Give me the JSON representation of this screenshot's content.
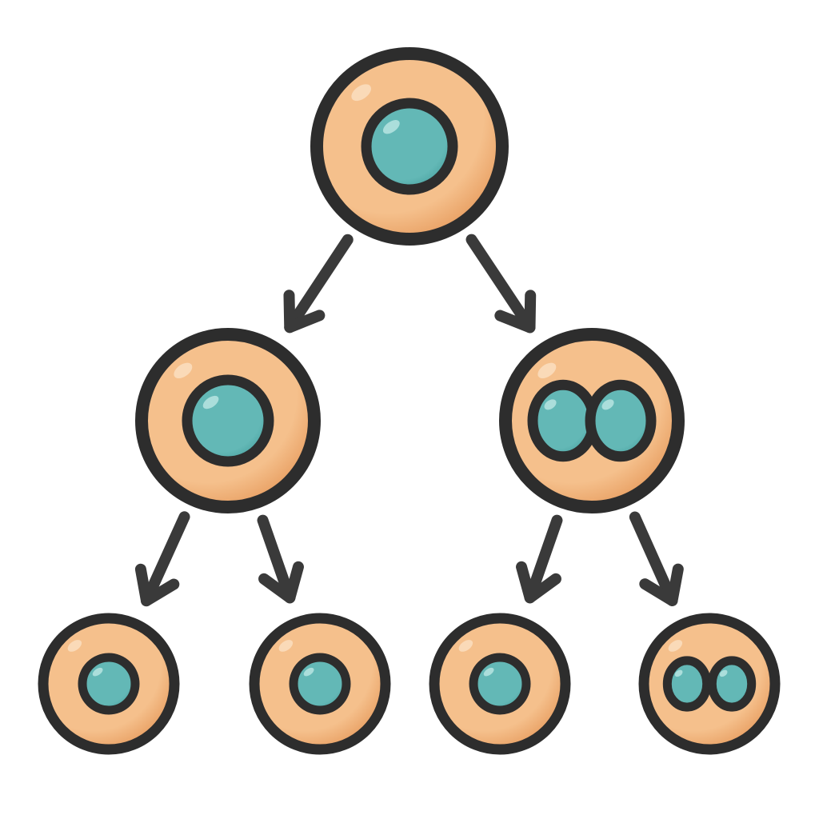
{
  "colors": {
    "background": "#ffffff",
    "outline": "#2d2d2d",
    "cytoplasm": "#f5c08c",
    "cytoplasm_shade": "#e69a5c",
    "cytoplasm_highlight": "#fbe0c3",
    "nucleus": "#63b8b6",
    "nucleus_shade": "#3f9a98",
    "nucleus_highlight": "#b7e4e2",
    "arrow": "#3a3a3a"
  },
  "diagram": {
    "kind": "cell-division-tree",
    "levels": [
      {
        "level": 0,
        "cells": [
          {
            "id": "parent-cell",
            "nuclei": 1
          }
        ]
      },
      {
        "level": 1,
        "cells": [
          {
            "id": "daughter-cell-left",
            "nuclei": 1
          },
          {
            "id": "daughter-cell-right",
            "nuclei": 2
          }
        ]
      },
      {
        "level": 2,
        "cells": [
          {
            "id": "granddaughter-cell-1",
            "nuclei": 1
          },
          {
            "id": "granddaughter-cell-2",
            "nuclei": 1
          },
          {
            "id": "granddaughter-cell-3",
            "nuclei": 1
          },
          {
            "id": "granddaughter-cell-4",
            "nuclei": 2
          }
        ]
      }
    ],
    "edges": [
      {
        "from": "parent-cell",
        "to": "daughter-cell-left"
      },
      {
        "from": "parent-cell",
        "to": "daughter-cell-right"
      },
      {
        "from": "daughter-cell-left",
        "to": "granddaughter-cell-1"
      },
      {
        "from": "daughter-cell-left",
        "to": "granddaughter-cell-2"
      },
      {
        "from": "daughter-cell-right",
        "to": "granddaughter-cell-3"
      },
      {
        "from": "daughter-cell-right",
        "to": "granddaughter-cell-4"
      }
    ]
  }
}
